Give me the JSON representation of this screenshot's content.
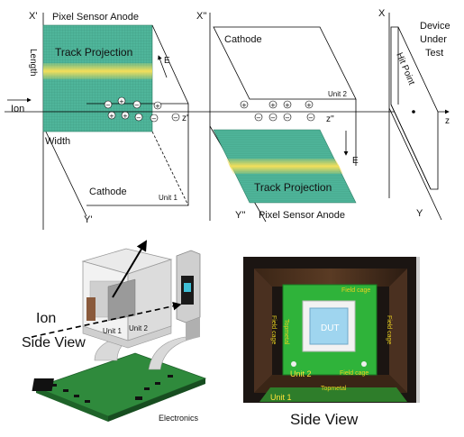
{
  "top": {
    "unit1": {
      "axis_x": "X'",
      "axis_y": "Y'",
      "axis_z": "z'",
      "anode": "Pixel Sensor Anode",
      "projection": "Track Projection",
      "length": "Length",
      "width": "Width",
      "cathode": "Cathode",
      "unit": "Unit 1",
      "field": "E",
      "ion": "Ion"
    },
    "unit2": {
      "axis_x": "X''",
      "axis_y": "Y''",
      "axis_z": "z''",
      "cathode": "Cathode",
      "unit": "Unit 2",
      "field": "E",
      "projection": "Track Projection",
      "anode": "Pixel Sensor Anode"
    },
    "dut": {
      "axis_x": "X",
      "axis_y": "Y",
      "axis_z": "z",
      "title_line1": "Device",
      "title_line2": "Under",
      "title_line3": "Test",
      "hit_point": "Hit Point"
    },
    "charge_signs": {
      "plus": "+",
      "minus": "−"
    }
  },
  "bottom_left": {
    "ion": "Ion",
    "side_view": "Side View",
    "unit1": "Unit 1",
    "unit2": "Unit 2",
    "electronics": "Electronics"
  },
  "bottom_right": {
    "field_cage_top": "Field cage",
    "field_cage_left": "Field cage",
    "field_cage_right": "Field cage",
    "field_cage_bottom": "Field cage",
    "topmetal_left": "Topmetal",
    "topmetal_bottom": "Topmetal",
    "dut": "DUT",
    "unit2": "Unit 2",
    "unit1": "Unit 1",
    "caption": "Side View"
  },
  "colors": {
    "sensor_green": "#4fb59a",
    "track_yellow": "#f3df5a",
    "board_green": "#2f8a3c",
    "label_yellow": "#ffe23a",
    "photo_dark": "#1b1512"
  }
}
